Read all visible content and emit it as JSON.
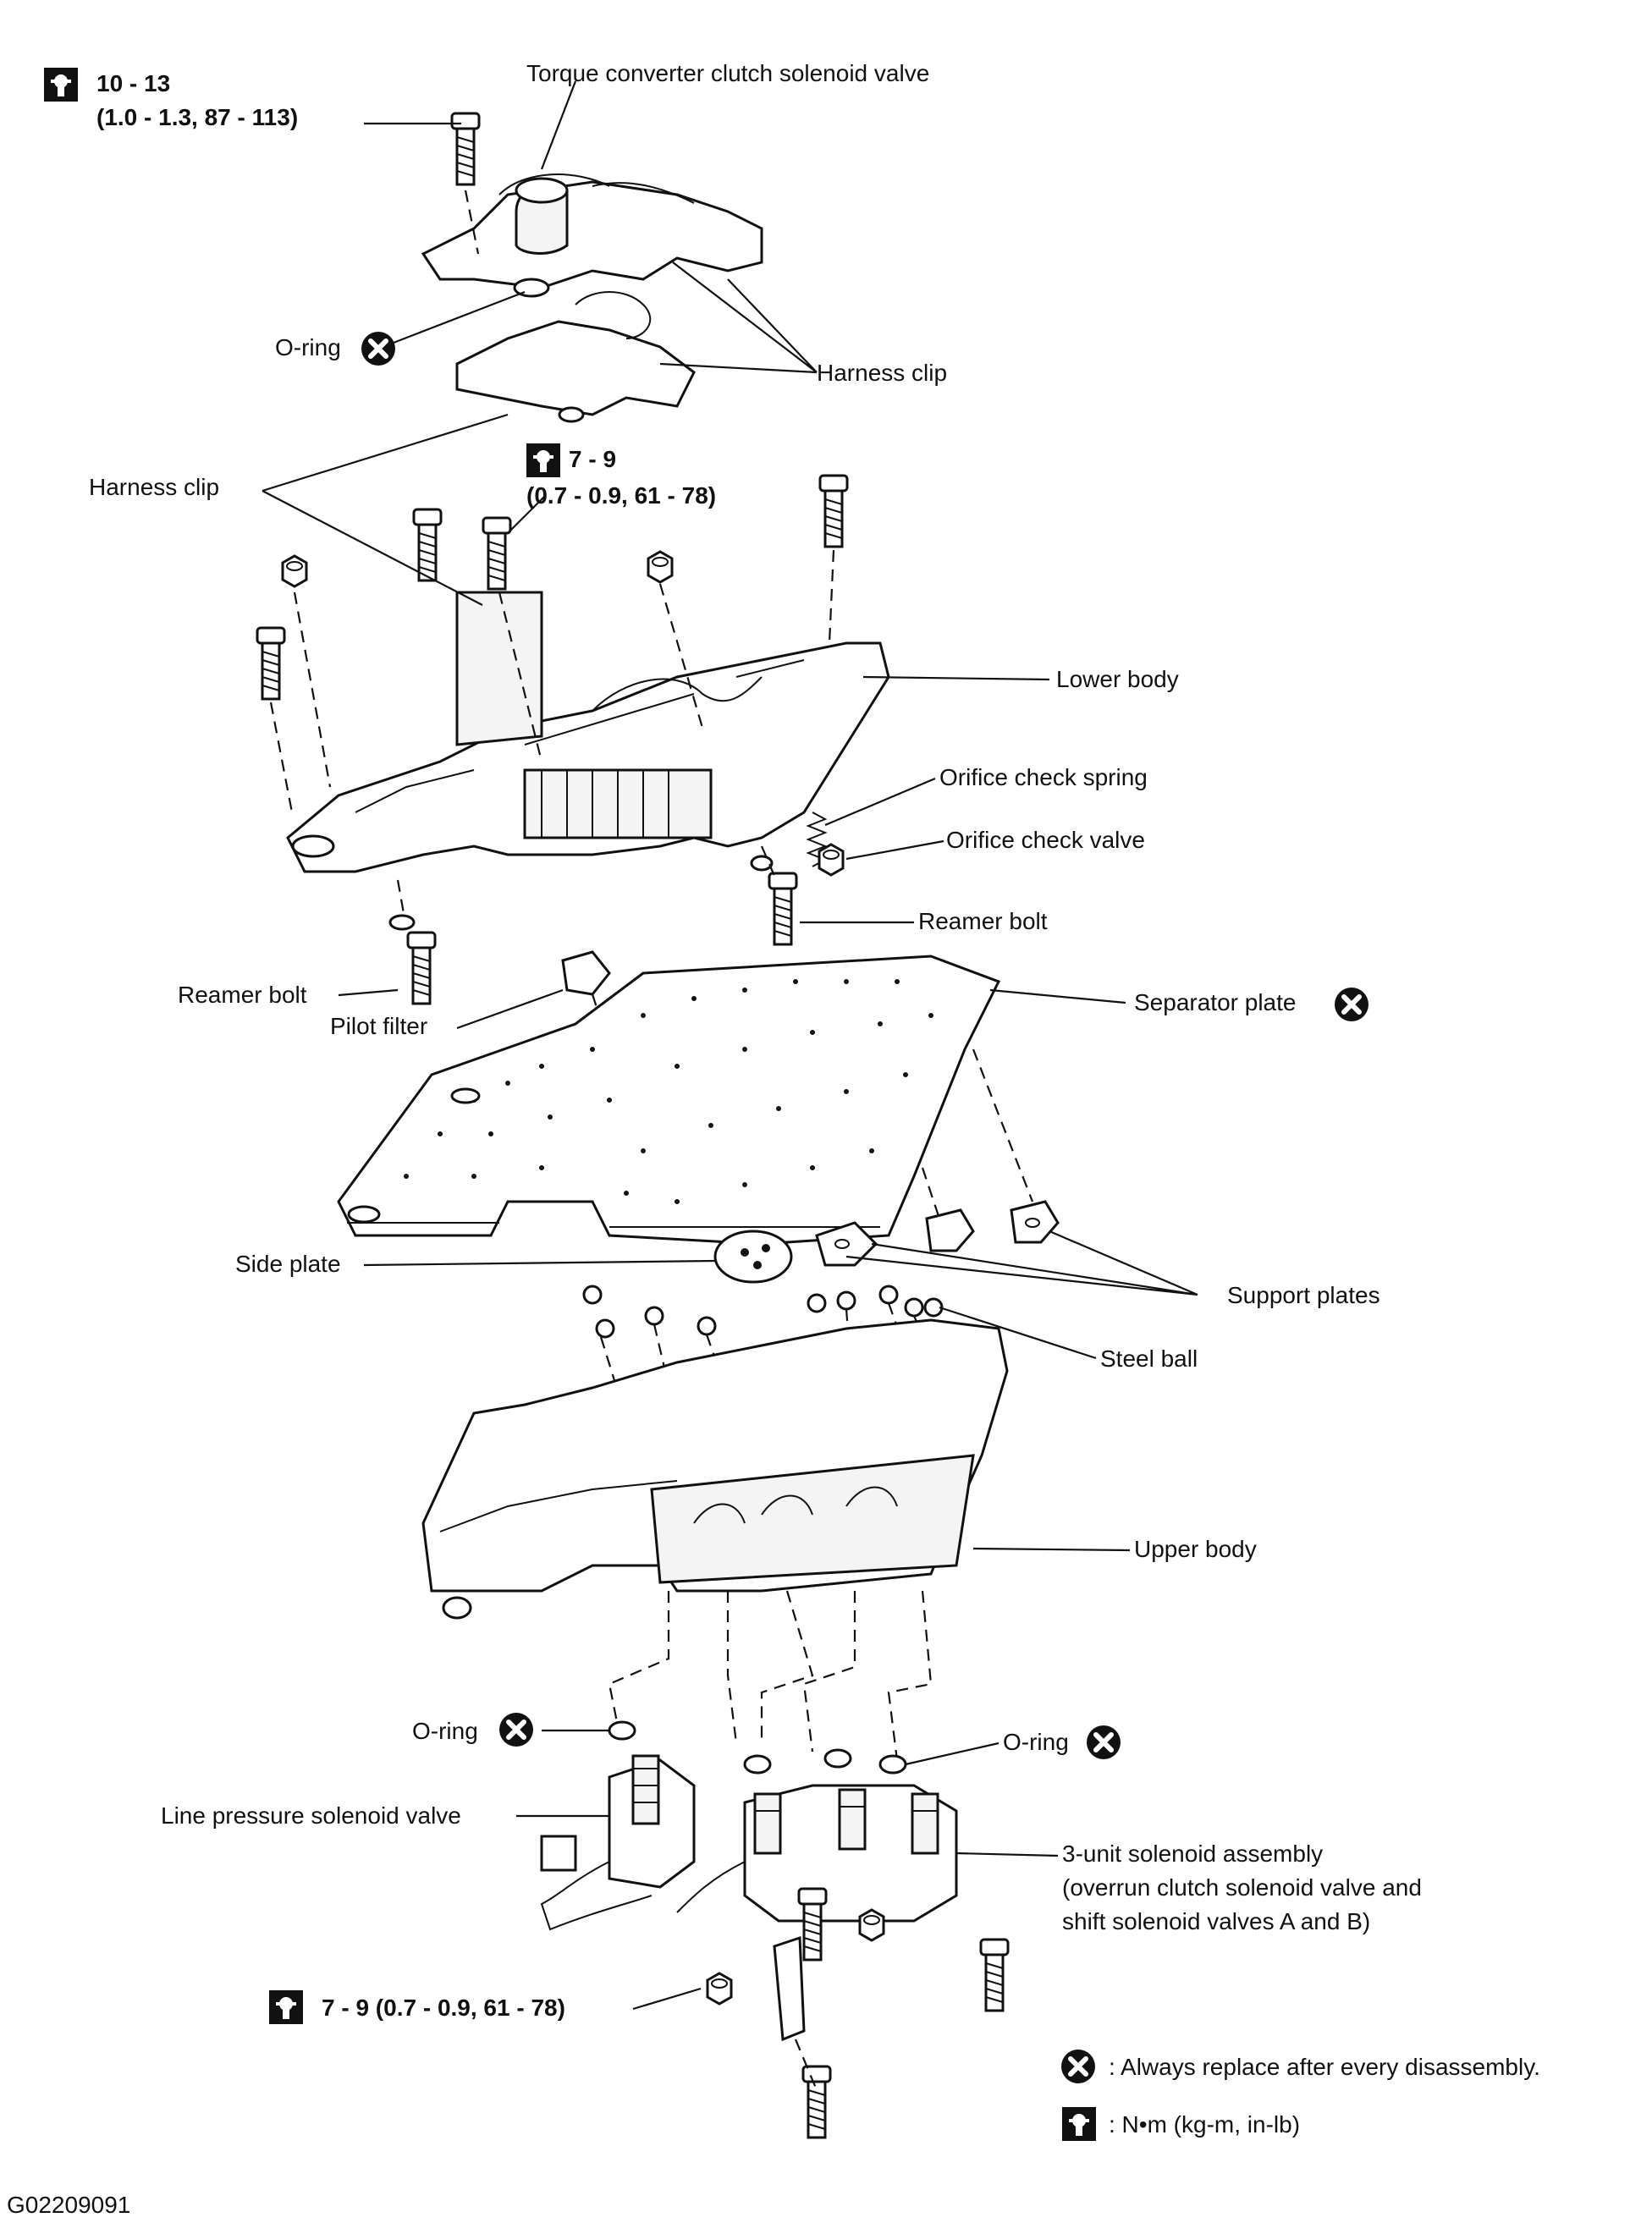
{
  "labels": {
    "torque_converter_valve": "Torque converter clutch solenoid valve",
    "harness_clip_right": "Harness clip",
    "harness_clip_left": "Harness clip",
    "o_ring_top": "O-ring",
    "lower_body": "Lower body",
    "orifice_check_spring": "Orifice check spring",
    "orifice_check_valve": "Orifice check valve",
    "reamer_bolt_right": "Reamer bolt",
    "reamer_bolt_left": "Reamer bolt",
    "pilot_filter": "Pilot filter",
    "separator_plate": "Separator plate",
    "side_plate": "Side plate",
    "support_plates": "Support plates",
    "steel_ball": "Steel ball",
    "upper_body": "Upper body",
    "o_ring_left": "O-ring",
    "o_ring_right": "O-ring",
    "line_pressure_valve": "Line pressure solenoid valve",
    "three_unit_line1": "3-unit solenoid assembly",
    "three_unit_line2": "(overrun clutch solenoid valve and",
    "three_unit_line3": "shift solenoid valves A and B)"
  },
  "torques": {
    "top_line1": "10 - 13",
    "top_line2": "(1.0 - 1.3, 87 - 113)",
    "mid_line1": "7 - 9",
    "mid_line2": "(0.7 - 0.9, 61 - 78)",
    "bottom": "7 - 9 (0.7 - 0.9, 61 - 78)"
  },
  "legend": {
    "replace_text": ": Always replace after every disassembly.",
    "torque_unit_text": ": N•m (kg-m, in-lb)"
  },
  "figure_id": "G02209091",
  "icons": {
    "replace_symbol": "x-circle-icon",
    "torque_symbol": "torque-wrench-icon"
  }
}
